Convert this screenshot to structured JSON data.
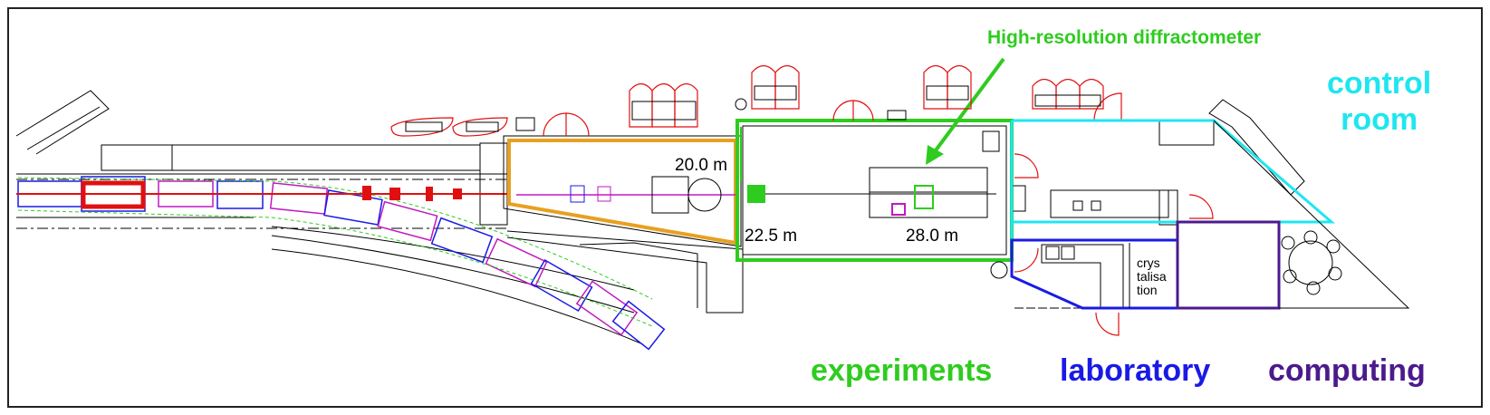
{
  "labels": {
    "diffractometer": "High-resolution diffractometer",
    "control_room_line1": "control",
    "control_room_line2": "room",
    "experiments": "experiments",
    "laboratory": "laboratory",
    "computing": "computing",
    "crystallisation_line1": "crys",
    "crystallisation_line2": "talisa",
    "crystallisation_line3": "tion"
  },
  "distances": {
    "d1": "20.0 m",
    "d2": "22.5 m",
    "d3": "28.0 m"
  },
  "colors": {
    "experiments": "#2ecc1f",
    "laboratory": "#1a1ae6",
    "computing": "#4b1a8c",
    "control_room": "#1ee6f0",
    "diffractometer_label": "#2ecc1f",
    "walls": "#000000",
    "doors": "#e01010",
    "hutch_outline": "#e8a020"
  }
}
